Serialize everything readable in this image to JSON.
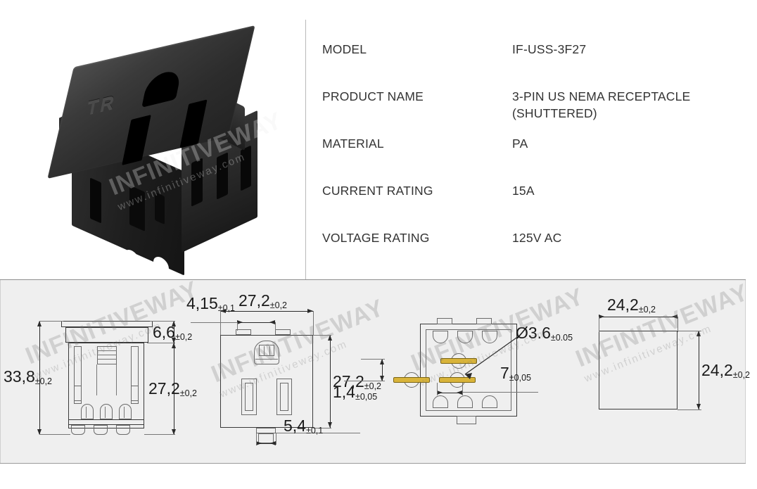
{
  "product": {
    "marking": "TR",
    "alt": "3-pin US NEMA shuttered receptacle, black, angled view"
  },
  "specs": {
    "rows": [
      {
        "label": "MODEL",
        "value": "IF-USS-3F27",
        "value2": ""
      },
      {
        "label": "PRODUCT NAME",
        "value": "3-PIN US NEMA RECEPTACLE",
        "value2": "(SHUTTERED)"
      },
      {
        "label": "MATERIAL",
        "value": "PA",
        "value2": ""
      },
      {
        "label": "CURRENT RATING",
        "value": "15A",
        "value2": ""
      },
      {
        "label": "VOLTAGE RATING",
        "value": "125V AC",
        "value2": ""
      }
    ]
  },
  "drawing": {
    "views": [
      {
        "name": "side-view",
        "title": ""
      },
      {
        "name": "front-view",
        "title": ""
      },
      {
        "name": "rear-view",
        "title": ""
      },
      {
        "name": "panel-cutout-view",
        "title": ""
      }
    ],
    "dimensions": {
      "side_overall_height": {
        "value": "33,8",
        "tol": "±0,2"
      },
      "side_flange_height": {
        "value": "6,6",
        "tol": "±0,2"
      },
      "side_body_height": {
        "value": "27,2",
        "tol": "±0,2"
      },
      "front_tab_width": {
        "value": "4,15",
        "tol": "±0,1"
      },
      "front_width": {
        "value": "27,2",
        "tol": "±0,2"
      },
      "front_height": {
        "value": "27,2",
        "tol": "±0,2"
      },
      "front_bottom_tab": {
        "value": "5,4",
        "tol": "±0,1"
      },
      "rear_terminal_offset": {
        "value": "1,4",
        "tol": "±0,05"
      },
      "rear_hole_diameter": {
        "value": "Ø3.6",
        "tol": "±0.05"
      },
      "rear_pitch": {
        "value": "7",
        "tol": "±0,05"
      },
      "cutout_width": {
        "value": "24,2",
        "tol": "±0,2"
      },
      "cutout_height": {
        "value": "24,2",
        "tol": "±0,2"
      }
    }
  },
  "watermark": {
    "brand": "INFINITIVEWAY",
    "url": "www.infinitiveway.com"
  },
  "colors": {
    "panel_bg": "#efefef",
    "page_bg": "#ffffff",
    "text": "#333333",
    "divider": "#b9b9b9",
    "terminal_gold": "#d9b43a",
    "product_black": "#1c1c1c"
  }
}
